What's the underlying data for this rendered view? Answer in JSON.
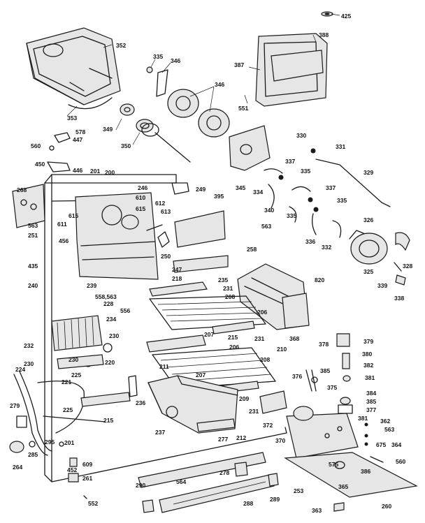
{
  "parts": [
    {
      "id": "425"
    },
    {
      "id": "352"
    },
    {
      "id": "335"
    },
    {
      "id": "346"
    },
    {
      "id": "388"
    },
    {
      "id": "387"
    },
    {
      "id": "346"
    },
    {
      "id": "551"
    },
    {
      "id": "353"
    },
    {
      "id": "349"
    },
    {
      "id": "350"
    },
    {
      "id": "578"
    },
    {
      "id": "447"
    },
    {
      "id": "560"
    },
    {
      "id": "450"
    },
    {
      "id": "446"
    },
    {
      "id": "201"
    },
    {
      "id": "200"
    },
    {
      "id": "330"
    },
    {
      "id": "331"
    },
    {
      "id": "337"
    },
    {
      "id": "345"
    },
    {
      "id": "329"
    },
    {
      "id": "268"
    },
    {
      "id": "246"
    },
    {
      "id": "249"
    },
    {
      "id": "335"
    },
    {
      "id": "334"
    },
    {
      "id": "337"
    },
    {
      "id": "610"
    },
    {
      "id": "612"
    },
    {
      "id": "395"
    },
    {
      "id": "340"
    },
    {
      "id": "335"
    },
    {
      "id": "615"
    },
    {
      "id": "613"
    },
    {
      "id": "335"
    },
    {
      "id": "611"
    },
    {
      "id": "615"
    },
    {
      "id": "563"
    },
    {
      "id": "251"
    },
    {
      "id": "563"
    },
    {
      "id": "326"
    },
    {
      "id": "456"
    },
    {
      "id": "336"
    },
    {
      "id": "332"
    },
    {
      "id": "250"
    },
    {
      "id": "258"
    },
    {
      "id": "328"
    },
    {
      "id": "435"
    },
    {
      "id": "247"
    },
    {
      "id": "325"
    },
    {
      "id": "218"
    },
    {
      "id": "240"
    },
    {
      "id": "239"
    },
    {
      "id": "235"
    },
    {
      "id": "820"
    },
    {
      "id": "339"
    },
    {
      "id": "338"
    },
    {
      "id": "231"
    },
    {
      "id": "558,563"
    },
    {
      "id": "208"
    },
    {
      "id": "228"
    },
    {
      "id": "206"
    },
    {
      "id": "556"
    },
    {
      "id": "234"
    },
    {
      "id": "207"
    },
    {
      "id": "215"
    },
    {
      "id": "231"
    },
    {
      "id": "368"
    },
    {
      "id": "230"
    },
    {
      "id": "210"
    },
    {
      "id": "232"
    },
    {
      "id": "206"
    },
    {
      "id": "378"
    },
    {
      "id": "379"
    },
    {
      "id": "220"
    },
    {
      "id": "208"
    },
    {
      "id": "380"
    },
    {
      "id": "230"
    },
    {
      "id": "211"
    },
    {
      "id": "382"
    },
    {
      "id": "225"
    },
    {
      "id": "224"
    },
    {
      "id": "230"
    },
    {
      "id": "376"
    },
    {
      "id": "385"
    },
    {
      "id": "381"
    },
    {
      "id": "221"
    },
    {
      "id": "207"
    },
    {
      "id": "209"
    },
    {
      "id": "375"
    },
    {
      "id": "384"
    },
    {
      "id": "236"
    },
    {
      "id": "385"
    },
    {
      "id": "279"
    },
    {
      "id": "231"
    },
    {
      "id": "377"
    },
    {
      "id": "225"
    },
    {
      "id": "215"
    },
    {
      "id": "237"
    },
    {
      "id": "372"
    },
    {
      "id": "381"
    },
    {
      "id": "362"
    },
    {
      "id": "212"
    },
    {
      "id": "563"
    },
    {
      "id": "201"
    },
    {
      "id": "277"
    },
    {
      "id": "370"
    },
    {
      "id": "675"
    },
    {
      "id": "285"
    },
    {
      "id": "295"
    },
    {
      "id": "364"
    },
    {
      "id": "264"
    },
    {
      "id": "609"
    },
    {
      "id": "575"
    },
    {
      "id": "560"
    },
    {
      "id": "452"
    },
    {
      "id": "278"
    },
    {
      "id": "386"
    },
    {
      "id": "261"
    },
    {
      "id": "290"
    },
    {
      "id": "564"
    },
    {
      "id": "365"
    },
    {
      "id": "253"
    },
    {
      "id": "552"
    },
    {
      "id": "288"
    },
    {
      "id": "289"
    },
    {
      "id": "363"
    },
    {
      "id": "260"
    }
  ]
}
